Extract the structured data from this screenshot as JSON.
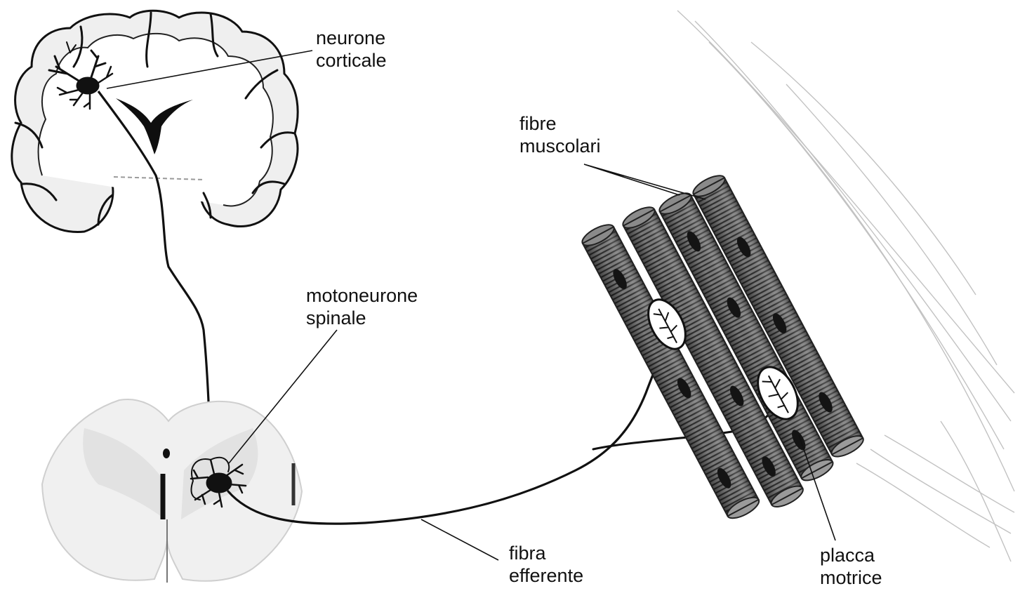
{
  "labels": {
    "cortical_neuron": [
      "neurone",
      "corticale"
    ],
    "muscle_fibers": [
      "fibre",
      "muscolari"
    ],
    "spinal_motoneuron": [
      "motoneurone",
      "spinale"
    ],
    "efferent_fiber": [
      "fibra",
      "efferente"
    ],
    "motor_endplate": [
      "placca",
      "motrice"
    ]
  },
  "colors": {
    "ink": "#111111",
    "muscle": "#6e6e6e",
    "muscle_dark": "#3a3a3a",
    "tissue": "#e9e9e9"
  }
}
